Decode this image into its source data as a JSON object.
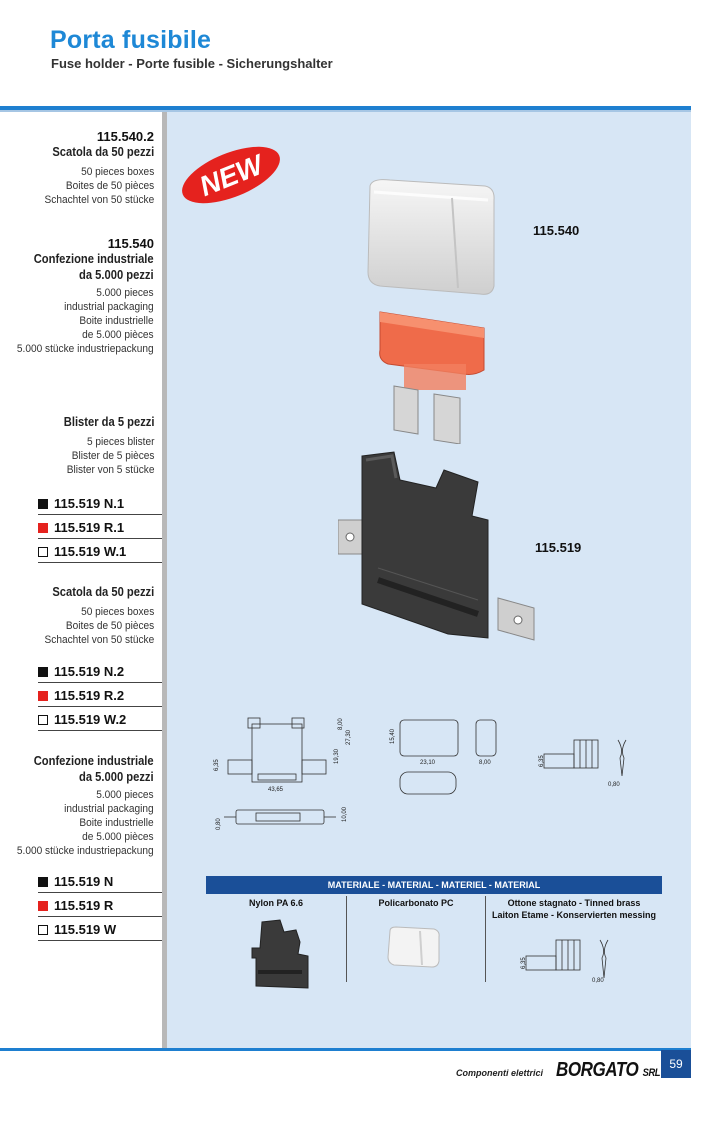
{
  "header": {
    "title": "Porta fusibile",
    "subtitle": "Fuse holder - Porte fusible -  Sicherungshalter"
  },
  "badge": {
    "text": "NEW",
    "color": "#e5221e"
  },
  "sidebar": {
    "block1": {
      "code": "115.540.2",
      "heading": "Scatola da 50 pezzi",
      "lines": [
        "50 pieces boxes",
        "Boites de 50 pièces",
        "Schachtel von 50 stücke"
      ]
    },
    "block2": {
      "code": "115.540",
      "heading1": "Confezione industriale",
      "heading2": "da 5.000 pezzi",
      "lines": [
        "5.000 pieces",
        "industrial packaging",
        "Boite industrielle",
        "de 5.000 pièces",
        "5.000 stücke industriepackung"
      ]
    },
    "block3": {
      "heading": "Blister da 5 pezzi",
      "lines": [
        "5 pieces blister",
        "Blister de 5 pièces",
        "Blister von 5 stücke"
      ]
    },
    "variants1": [
      "115.519 N.1",
      "115.519 R.1",
      "115.519 W.1"
    ],
    "block4": {
      "heading": "Scatola da 50 pezzi",
      "lines": [
        "50 pieces boxes",
        "Boites de 50 pièces",
        "Schachtel von 50 stücke"
      ]
    },
    "variants2": [
      "115.519 N.2",
      "115.519 R.2",
      "115.519 W.2"
    ],
    "block5": {
      "heading1": "Confezione industriale",
      "heading2": "da 5.000 pezzi",
      "lines": [
        "5.000 pieces",
        "industrial packaging",
        "Boite industrielle",
        "de 5.000 pièces",
        "5.000 stücke industriepackung"
      ]
    },
    "variants3": [
      "115.519 N",
      "115.519 R",
      "115.519 W"
    ]
  },
  "products": {
    "cover_code": "115.540",
    "holder_code": "115.519"
  },
  "dimensions": [
    "6,35",
    "19,30",
    "27,30",
    "8,00",
    "43,65",
    "0,80",
    "10,00",
    "15,40",
    "23,10",
    "8,00",
    "6,35",
    "0,80"
  ],
  "materials": {
    "bar": "MATERIALE - MATERIAL - MATERIEL - MATERIAL",
    "col1": "Nylon PA 6.6",
    "col2": "Policarbonato PC",
    "col3a": "Ottone stagnato - Tinned brass",
    "col3b": "Laiton Etame - Konservierten messing",
    "dim1": "6,35",
    "dim2": "0,80"
  },
  "footer": {
    "category": "Componenti elettrici",
    "brand": "BORGATO",
    "brand_suffix": "SRL",
    "page": "59"
  },
  "colors": {
    "accent": "#1e88d6",
    "panel": "#d7e6f5",
    "navy": "#1a4f98",
    "red": "#e5221e"
  }
}
